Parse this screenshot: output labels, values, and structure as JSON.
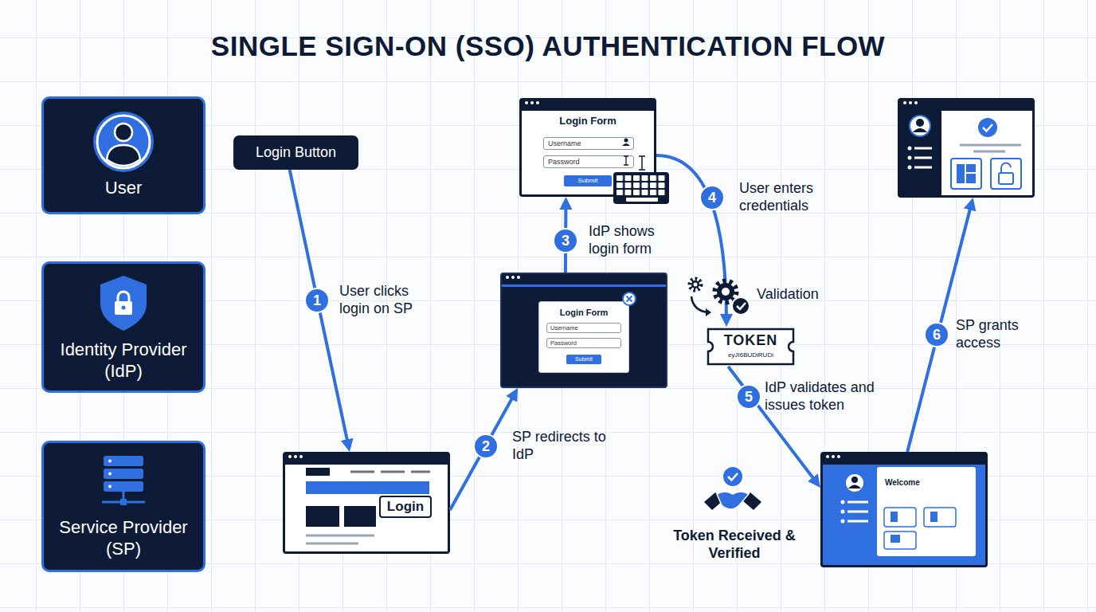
{
  "diagram": {
    "title": "SINGLE SIGN-ON (SSO) AUTHENTICATION FLOW",
    "nodes": [
      {
        "text": [
          "User"
        ]
      },
      {
        "text": [
          "Identity Provider (IdP)"
        ]
      },
      {
        "text": [
          "Service Provider (SP)"
        ]
      },
      {
        "text": [
          "Login Button"
        ]
      },
      {
        "text": [
          "Login Form",
          "Username",
          "Password",
          "Submit"
        ]
      },
      {
        "text": []
      },
      {
        "text": []
      },
      {
        "text": [
          "Login Form",
          "Username",
          "Password",
          "Submit"
        ],
        "in": 6
      },
      {
        "text": [
          "TOKEN",
          "eyJI6BUDiRUDi"
        ]
      },
      {
        "text": []
      },
      {
        "text": [
          "Login"
        ],
        "in": 9
      },
      {
        "text": [
          "Welcome"
        ]
      }
    ],
    "edges": [
      {
        "from": 3,
        "to": 9,
        "label": "User clicks login on SP",
        "arrow": "to"
      },
      {
        "from": 9,
        "to": 6,
        "label": "SP redirects to IdP",
        "arrow": "to"
      },
      {
        "from": 6,
        "to": 4,
        "label": "IdP shows login form",
        "arrow": "to"
      },
      {
        "from": 4,
        "to": 8,
        "label": "User enters credentials",
        "arrow": "to"
      },
      {
        "from": 8,
        "to": 11,
        "label": "IdP validates and issues token",
        "arrow": "to"
      },
      {
        "from": 11,
        "to": 5,
        "label": "SP grants access",
        "arrow": "to"
      }
    ],
    "labels": [
      "1",
      "2",
      "3",
      "4",
      "5",
      "6",
      "Validation",
      "Token Received & Verified"
    ]
  }
}
